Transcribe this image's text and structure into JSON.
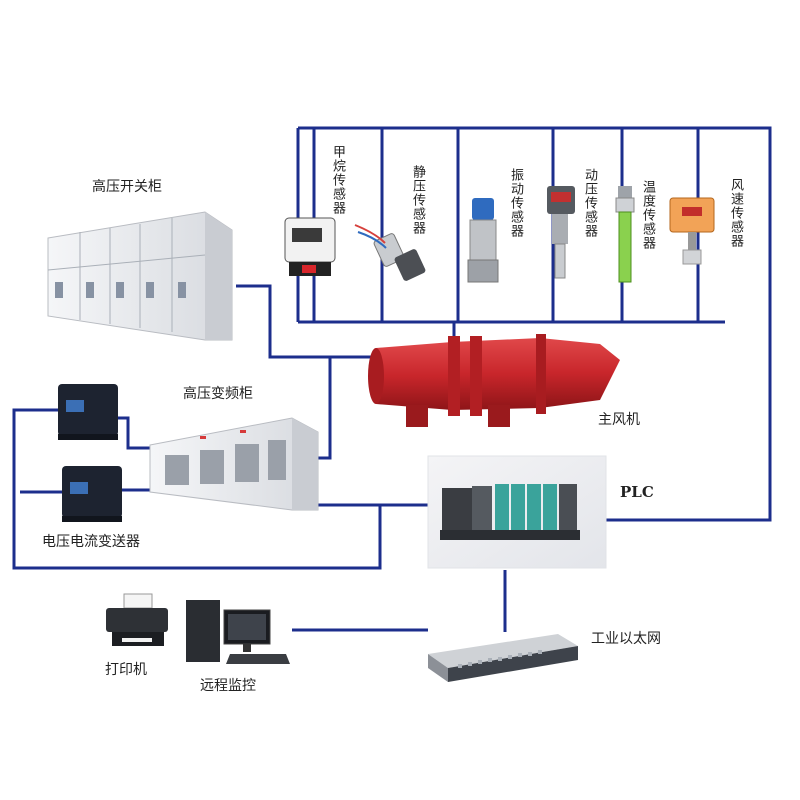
{
  "labels": {
    "switchgear": "高压开关柜",
    "vfd": "高压变频柜",
    "transmitter": "电压电流变送器",
    "main_fan": "主风机",
    "plc": "PLC",
    "ethernet": "工业以太网",
    "printer": "打印机",
    "remote": "远程监控"
  },
  "sensors": [
    {
      "label": "甲烷传感器",
      "icon": "methane-sensor-icon"
    },
    {
      "label": "静压传感器",
      "icon": "static-pressure-sensor-icon"
    },
    {
      "label": "振动传感器",
      "icon": "vibration-sensor-icon"
    },
    {
      "label": "动压传感器",
      "icon": "dynamic-pressure-sensor-icon"
    },
    {
      "label": "温度传感器",
      "icon": "temperature-sensor-icon"
    },
    {
      "label": "风速传感器",
      "icon": "wind-speed-sensor-icon"
    }
  ],
  "colors": {
    "line": "#1c2e8c",
    "fan": "#c8262b",
    "cabinet": "#e9ebee",
    "plc_module": "#3aa39b"
  }
}
